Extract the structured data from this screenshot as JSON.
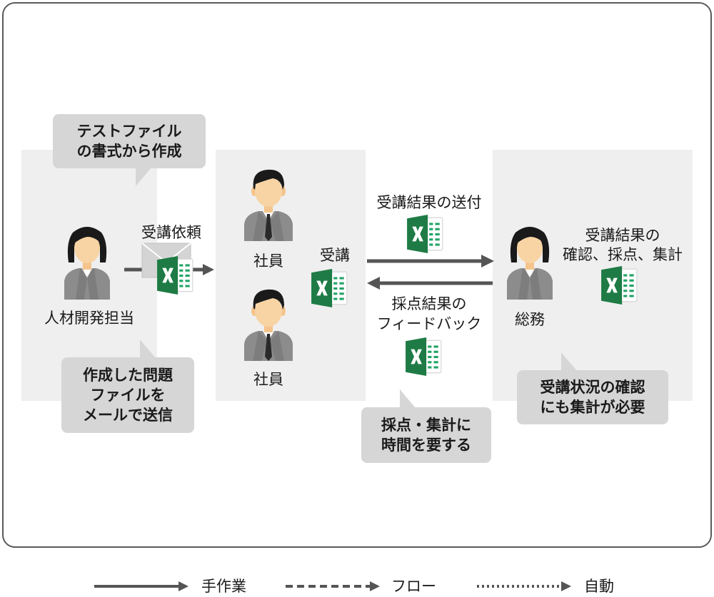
{
  "actors": {
    "hr": {
      "label": "人材開発担当"
    },
    "employee_top": {
      "label": "社員"
    },
    "employee_bottom": {
      "label": "社員"
    },
    "general_affairs": {
      "label": "総務"
    }
  },
  "flow_labels": {
    "request": "受講依頼",
    "attend": "受講",
    "send_results": "受講結果の送付",
    "feedback_line1": "採点結果の",
    "feedback_line2": "フィードバック",
    "ga_task_line1": "受講結果の",
    "ga_task_line2": "確認、採点、集計"
  },
  "callouts": {
    "create_test": {
      "line1": "テストファイル",
      "line2": "の書式から作成"
    },
    "send_mail": {
      "line1": "作成した問題",
      "line2": "ファイルを",
      "line3": "メールで送信"
    },
    "grading_time": {
      "line1": "採点・集計に",
      "line2": "時間を要する"
    },
    "status_check": {
      "line1": "受講状況の確認",
      "line2": "にも集計が必要"
    }
  },
  "legend": {
    "manual": "手作業",
    "flow": "フロー",
    "auto": "自動"
  },
  "icons": {
    "spreadsheet": "excel-file-icon",
    "envelope": "envelope-icon",
    "person_female": "female-person-icon",
    "person_male": "male-person-icon"
  },
  "colors": {
    "excel_green_dark": "#1e6b3c",
    "excel_green": "#21a366",
    "panel_gray": "#efefef",
    "bubble_gray": "#d6d6d6",
    "arrow_gray": "#555555"
  }
}
